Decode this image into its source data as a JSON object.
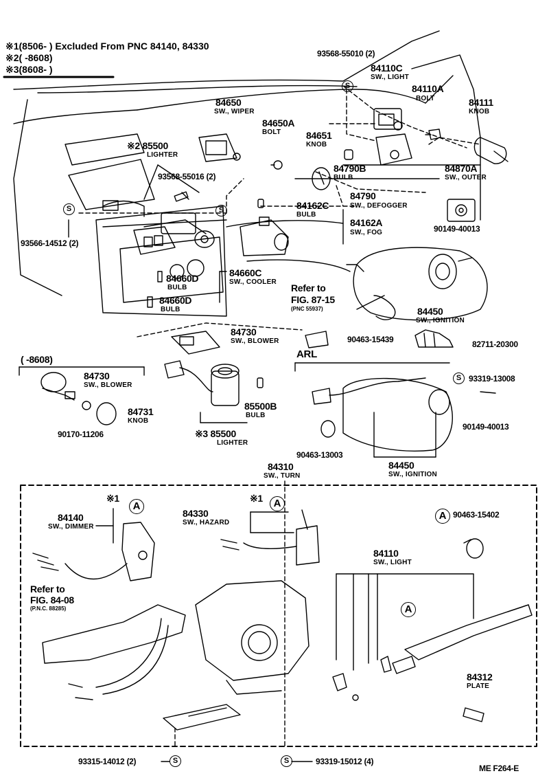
{
  "header": {
    "note1": "※1(8506-      ) Excluded From PNC 84140, 84330",
    "note2": "※2(      -8608)",
    "note3": "※3(8608-      )"
  },
  "parts": {
    "p93568_55010": "93568-55010 (2)",
    "p84110C": "84110C",
    "p84110C_d": "SW., LIGHT",
    "p84110A": "84110A",
    "p84110A_d": "BOLT",
    "p84111": "84111",
    "p84111_d": "KNOB",
    "p84650": "84650",
    "p84650_d": "SW., WIPER",
    "p84650A": "84650A",
    "p84650A_d": "BOLT",
    "p84651": "84651",
    "p84651_d": "KNOB",
    "p85500_2": "※2 85500",
    "p85500_2_d": "LIGHTER",
    "p84790B": "84790B",
    "p84790B_d": "BULB",
    "p84870A": "84870A",
    "p84870A_d": "SW., OUTER",
    "p93568_55016": "93568-55016 (2)",
    "p84790": "84790",
    "p84790_d": "SW., DEFOGGER",
    "p84162C": "84162C",
    "p84162C_d": "BULB",
    "p84162A": "84162A",
    "p84162A_d": "SW., FOG",
    "p90149_40013a": "90149-40013",
    "p93566_14512": "93566-14512 (2)",
    "p84660C": "84660C",
    "p84660C_d": "SW., COOLER",
    "p84660D_a": "84660D",
    "p84660D_a_d": "BULB",
    "p84660D_b": "84660D",
    "p84660D_b_d": "BULB",
    "refer1": "Refer to",
    "refer1b": "FIG. 87-15",
    "refer1c": "(PNC 55937)",
    "p84450a": "84450",
    "p84450a_d": "SW., IGNITION",
    "p84730a": "84730",
    "p84730a_d": "SW., BLOWER",
    "p90463_15439": "90463-15439",
    "p82711_20300": "82711-20300",
    "sub_8608": "(      -8608)",
    "arl": "ARL",
    "p84730b": "84730",
    "p84730b_d": "SW., BLOWER",
    "p84731": "84731",
    "p84731_d": "KNOB",
    "p90170_11206": "90170-11206",
    "p85500B": "85500B",
    "p85500B_d": "BULB",
    "p85500_3": "※3 85500",
    "p85500_3_d": "LIGHTER",
    "p93319_13008": "93319-13008",
    "p90149_40013b": "90149-40013",
    "p90463_13003": "90463-13003",
    "p84450b": "84450",
    "p84450b_d": "SW., IGNITION",
    "p84310": "84310",
    "p84310_d": "SW., TURN",
    "p84140": "84140",
    "p84140_d": "SW., DIMMER",
    "p84330": "84330",
    "p84330_d": "SW., HAZARD",
    "p90463_15402": "90463-15402",
    "p84110": "84110",
    "p84110_d": "SW., LIGHT",
    "refer2": "Refer to",
    "refer2b": "FIG. 84-08",
    "refer2c": "(P.N.C. 88285)",
    "p84312": "84312",
    "p84312_d": "PLATE",
    "p93315_14012": "93315-14012 (2)",
    "p93319_15012": "93319-15012 (4)",
    "mark1": "※1",
    "mark2": "※1",
    "circ_a": "A",
    "circ_s": "S"
  },
  "footer": {
    "code": "ME  F264-E"
  }
}
